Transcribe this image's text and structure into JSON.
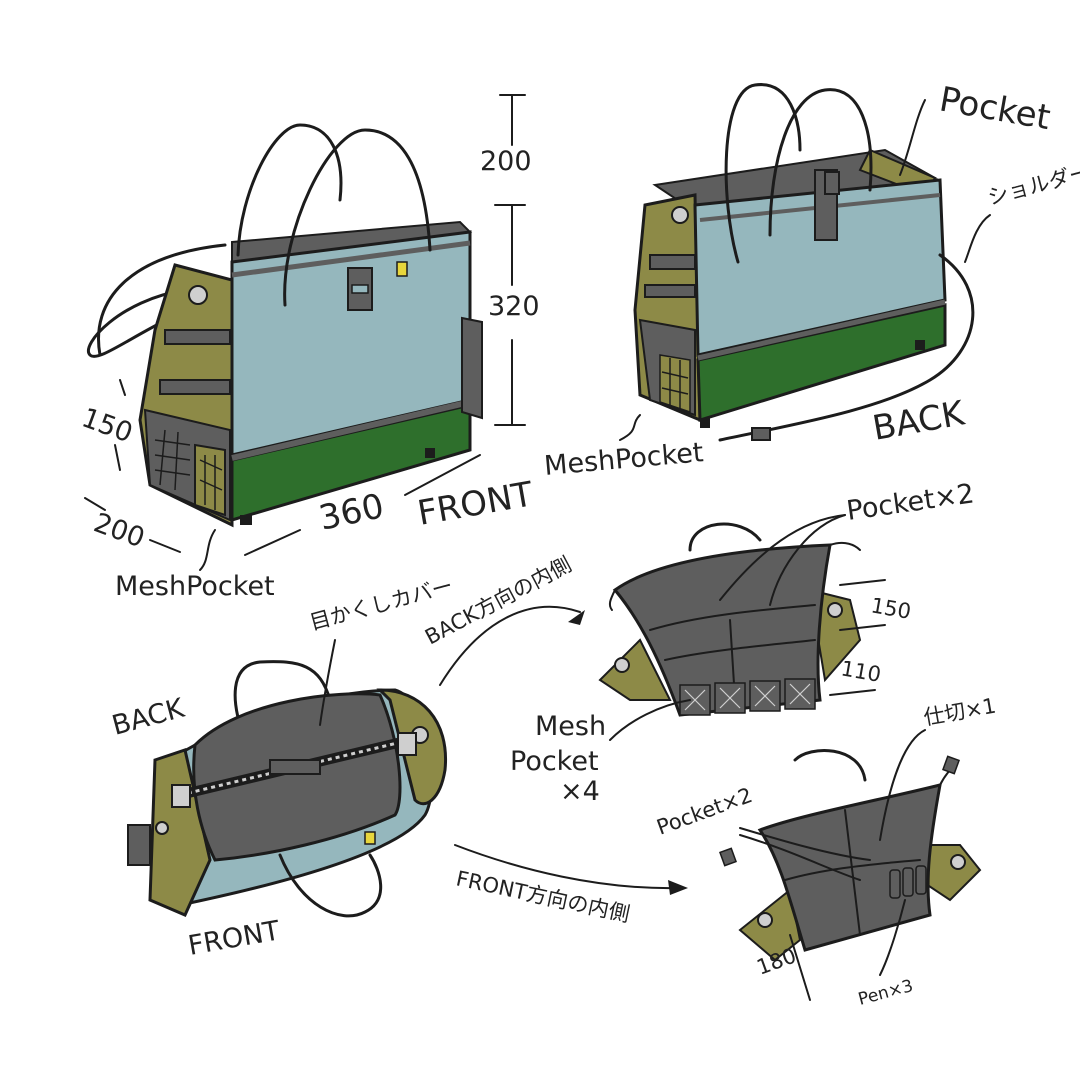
{
  "labels": {
    "dim_height_handle": "200",
    "dim_height_body": "320",
    "dim_width": "360",
    "dim_depth": "200",
    "dim_side_pocket": "150",
    "front_view": "FRONT",
    "back_view": "BACK",
    "mesh_pocket_front": "MeshPocket",
    "mesh_pocket_back": "MeshPocket",
    "pocket_back": "Pocket",
    "shoulder": "ショルダー",
    "eye_cover": "目かくしカバー",
    "top_back": "BACK",
    "top_front": "FRONT",
    "back_inside": "BACK方向の内側",
    "front_inside": "FRONT方向の内側",
    "back_pockets": "Pocket×2",
    "back_dim_150": "150",
    "back_dim_110": "110",
    "mesh_pocket_4_line1": "Mesh",
    "mesh_pocket_4_line2": "Pocket",
    "mesh_pocket_4_line3": "×4",
    "front_pockets": "Pocket×2",
    "divider": "仕切×1",
    "front_dim_180": "180",
    "pen": "Pen×3"
  },
  "colors": {
    "light_blue": "#95b7bd",
    "green": "#2e6f2c",
    "olive": "#8d8a47",
    "gray": "#5e5e5e",
    "dark": "#1c1c1c",
    "yellow": "#e8d63c"
  }
}
